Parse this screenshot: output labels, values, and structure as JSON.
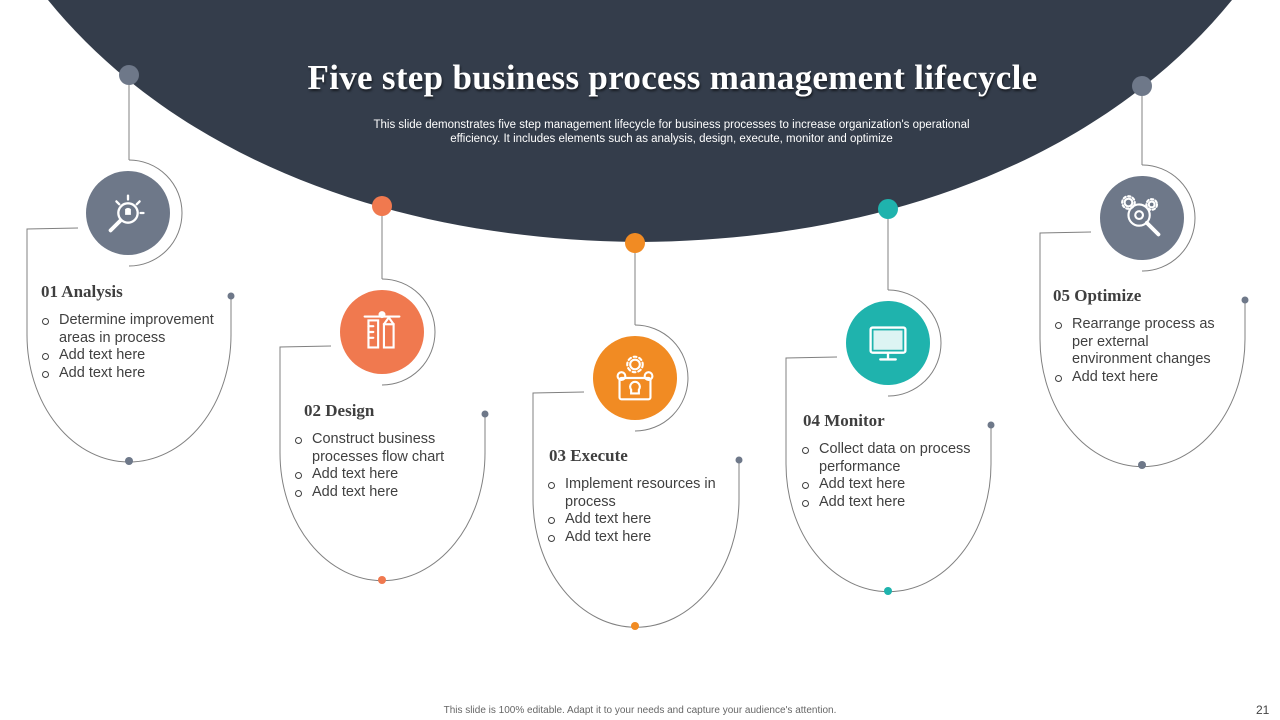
{
  "slide": {
    "title": "Five step business process management lifecycle",
    "subtitle": "This slide demonstrates five step management lifecycle for business processes to increase organization's operational efficiency. It includes elements such as analysis, design, execute, monitor and optimize",
    "footer": "This slide is 100% editable. Adapt it to your needs and capture your audience's attention.",
    "page_number": "21"
  },
  "colors": {
    "header_dark": "#343d4b",
    "gray": "#6e7889",
    "orange_red": "#f0794f",
    "orange": "#f18b23",
    "teal": "#1fb3ad",
    "line": "#808080"
  },
  "steps": [
    {
      "heading": "01 Analysis",
      "icon": "lightbulb-magnifier-icon",
      "color": "#6e7889",
      "bullets": [
        "Determine improvement areas in process",
        "Add text here",
        "Add text here"
      ]
    },
    {
      "heading": "02 Design",
      "icon": "design-tools-icon",
      "color": "#f0794f",
      "bullets": [
        "Construct business processes flow chart",
        "Add text here",
        "Add text here"
      ]
    },
    {
      "heading": "03 Execute",
      "icon": "gears-bulb-icon",
      "color": "#f18b23",
      "bullets": [
        "Implement resources in process",
        "Add text here",
        "Add text here"
      ]
    },
    {
      "heading": "04 Monitor",
      "icon": "monitor-icon",
      "color": "#1fb3ad",
      "bullets": [
        "Collect data on process performance",
        "Add text here",
        "Add text here"
      ]
    },
    {
      "heading": "05 Optimize",
      "icon": "gears-search-icon",
      "color": "#6e7889",
      "bullets": [
        "Rearrange process as per external environment changes",
        "Add text here"
      ]
    }
  ]
}
